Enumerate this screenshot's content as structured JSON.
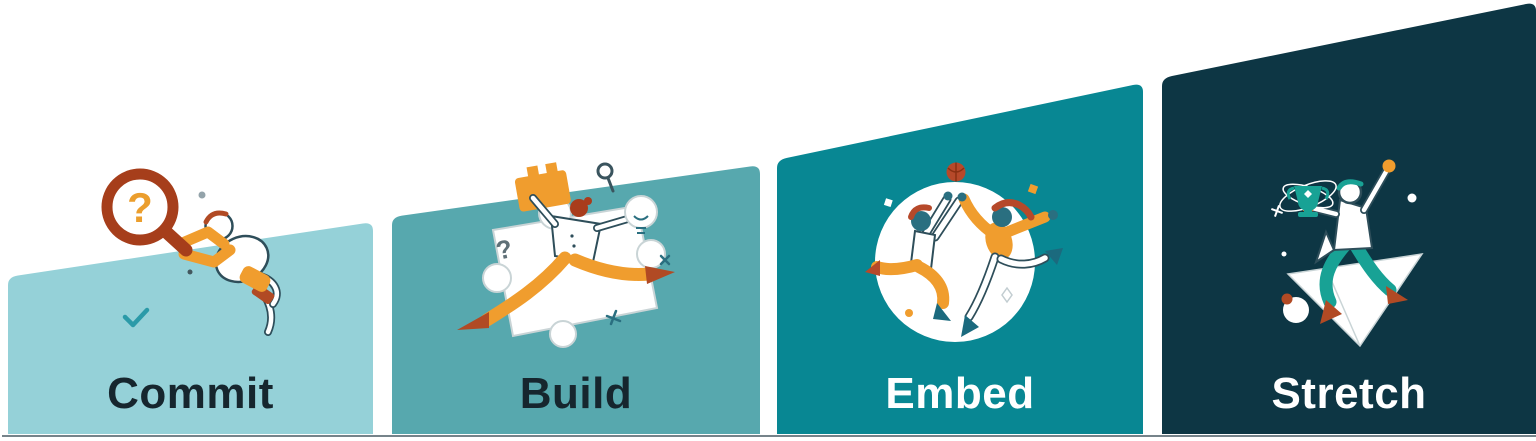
{
  "steps": [
    {
      "label": "Commit",
      "color": "#95d1d8",
      "label_color": "#16262e",
      "illustration": "person-diving-with-magnifying-glass"
    },
    {
      "label": "Build",
      "color": "#57a8ae",
      "label_color": "#16262e",
      "illustration": "person-assembling-puzzle-pieces"
    },
    {
      "label": "Embed",
      "color": "#088793",
      "label_color": "#ffffff",
      "illustration": "two-people-high-fiving-in-circle"
    },
    {
      "label": "Stretch",
      "color": "#0d3644",
      "label_color": "#ffffff",
      "illustration": "person-riding-paper-rocket-with-trophy"
    }
  ],
  "glyphs": {
    "magnifier_question": "?",
    "floor_question": "?"
  },
  "palette": {
    "orange": "#f09d2e",
    "rust": "#b14a24",
    "magnifier_ring": "#a63e1b",
    "outline": "#2e4e5a",
    "teal_check": "#2b9aa8",
    "petrol_skin": "#2a6f80",
    "teal_green": "#18a295",
    "puzzle_stroke": "#c9d4d6",
    "baseline": "#5e6d76"
  }
}
